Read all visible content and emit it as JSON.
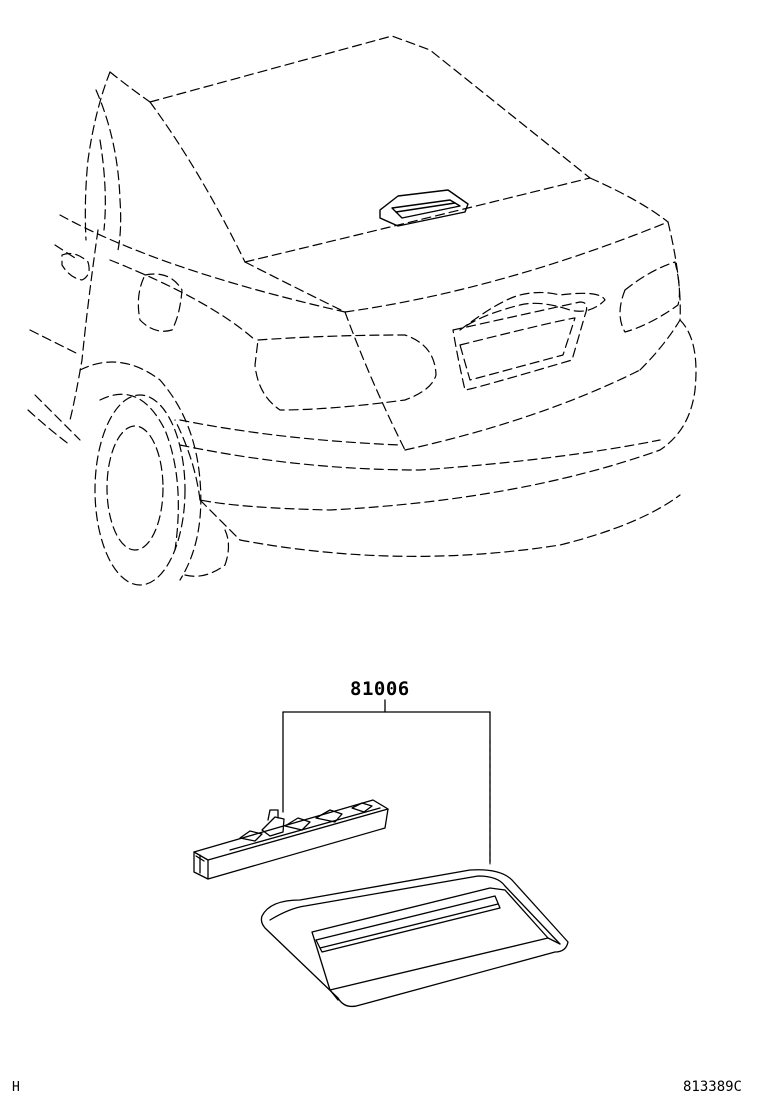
{
  "diagram": {
    "part_number": "81006",
    "corner_left": "H",
    "illustration_code": "813389C",
    "colors": {
      "line": "#000000",
      "background": "#ffffff"
    }
  }
}
